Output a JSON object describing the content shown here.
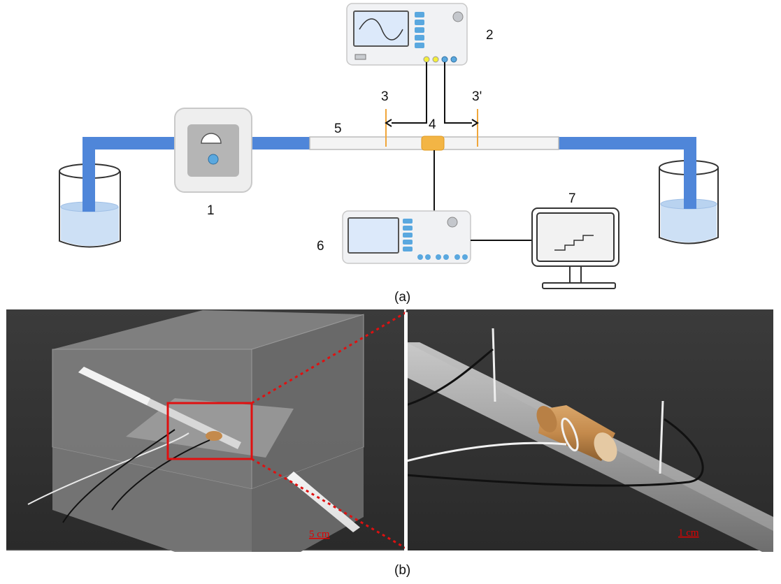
{
  "panel_a": {
    "caption": "(a)",
    "labels": {
      "pump": "1",
      "generator": "2",
      "electrode_left": "3",
      "electrode_right": "3'",
      "sensor": "4",
      "pipe": "5",
      "meter": "6",
      "computer": "7"
    }
  },
  "panel_b": {
    "caption": "(b)",
    "scale_left": "5 cm",
    "scale_right": "1 cm"
  },
  "colors": {
    "water_pipe": "#4f86d9",
    "water": "#cde0f5",
    "sensor": "#f3b545",
    "electrode": "#f0a63a",
    "device_body": "#f1f2f4",
    "device_screen": "#dce9fa",
    "device_button": "#5aa8df",
    "port_yellow": "#f4ee3a",
    "zoom_box": "#e01010"
  }
}
